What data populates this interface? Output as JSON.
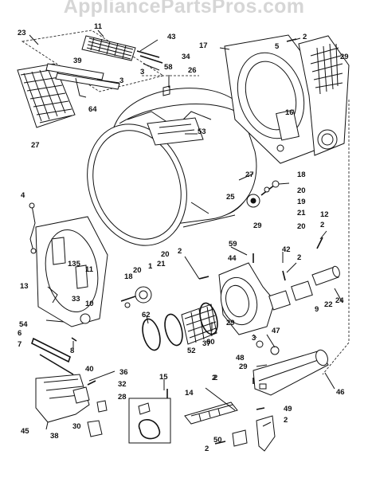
{
  "watermark": "AppliancePartsPros.com",
  "callouts": [
    "23",
    "11",
    "43",
    "2",
    "5",
    "29",
    "17",
    "34",
    "3",
    "39",
    "3",
    "58",
    "26",
    "64",
    "27",
    "16",
    "53",
    "27",
    "18",
    "20",
    "19",
    "21",
    "20",
    "25",
    "4",
    "12",
    "2",
    "59",
    "29",
    "42",
    "2",
    "44",
    "2",
    "1",
    "21",
    "20",
    "18",
    "20",
    "135",
    "13",
    "11",
    "33",
    "10",
    "9",
    "22",
    "24",
    "54",
    "62",
    "6",
    "7",
    "8",
    "60",
    "29",
    "47",
    "3",
    "36",
    "48",
    "40",
    "15",
    "37",
    "29",
    "2",
    "52",
    "32",
    "28",
    "2",
    "14",
    "46",
    "30",
    "45",
    "38",
    "50",
    "2",
    "49",
    "2"
  ]
}
